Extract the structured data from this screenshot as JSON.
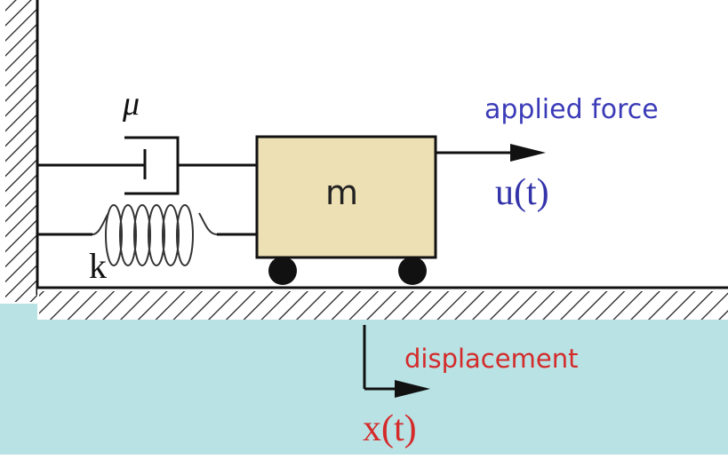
{
  "labels": {
    "damping": "μ",
    "mass": "m",
    "spring": "k",
    "force_caption": "applied force",
    "force_symbol": "u(t)",
    "displacement_caption": "displacement",
    "displacement_symbol": "x(t)"
  },
  "colors": {
    "background": "#ffffff",
    "ground_panel": "#b9e2e4",
    "mass_block": "#ede0b5",
    "line": "#111111",
    "force_text": "#3b3bb8",
    "displacement_text": "#d42a2a"
  }
}
